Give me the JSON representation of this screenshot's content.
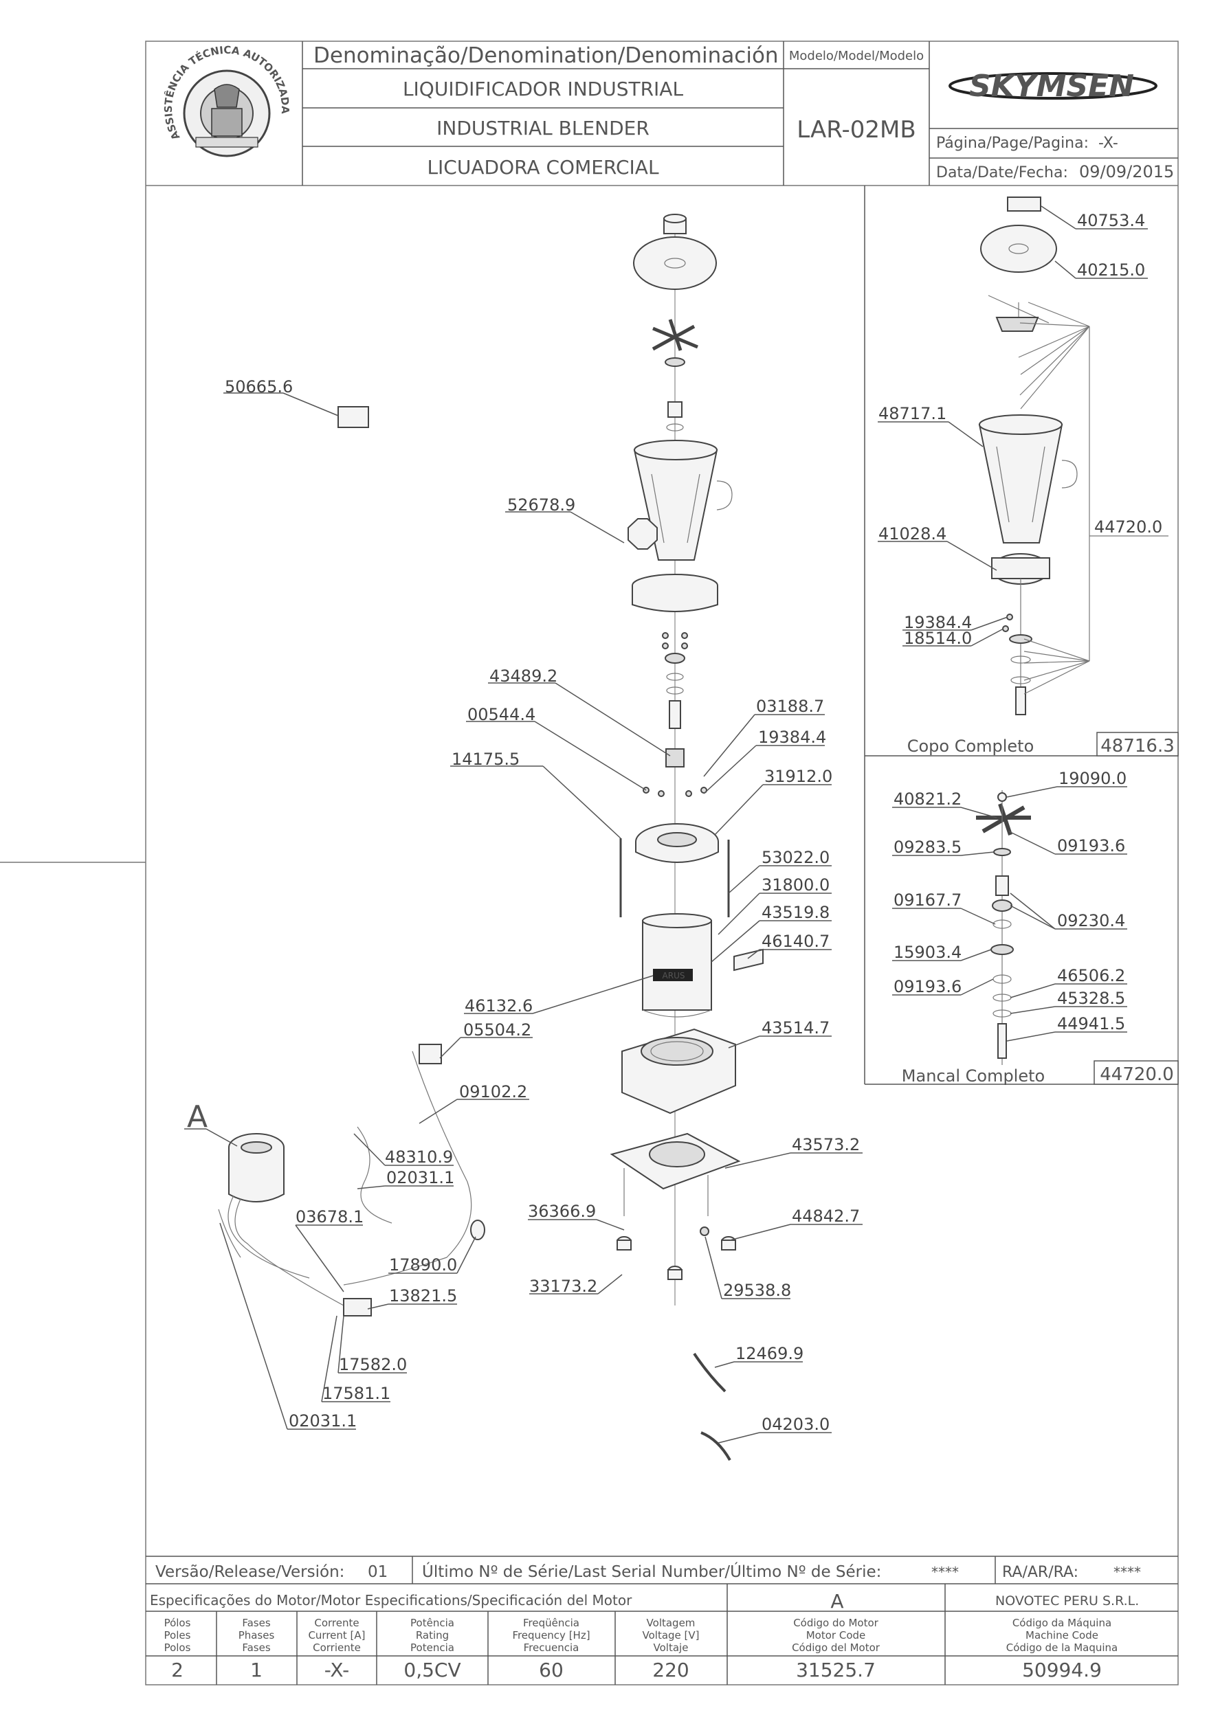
{
  "header": {
    "denomination_label": "Denominação/Denomination/Denominación",
    "name_pt": "LIQUIDIFICADOR INDUSTRIAL",
    "name_en": "INDUSTRIAL BLENDER",
    "name_es": "LICUADORA COMERCIAL",
    "model_label": "Modelo/Model/Modelo",
    "model": "LAR-02MB",
    "page_label": "Página/Page/Pagina:",
    "page_value": "-X-",
    "date_label": "Data/Date/Fecha:",
    "date_value": "09/09/2015",
    "brand": "SKYMSEN",
    "seal_text": "ASSISTÊNCIA TÉCNICA AUTORIZADA"
  },
  "callouts": {
    "p50665_6": "50665.6",
    "p52678_9": "52678.9",
    "p43489_2": "43489.2",
    "p00544_4": "00544.4",
    "p14175_5": "14175.5",
    "p03188_7": "03188.7",
    "p19384_4": "19384.4",
    "p31912_0": "31912.0",
    "p53022_0": "53022.0",
    "p31800_0": "31800.0",
    "p43519_8": "43519.8",
    "p46140_7": "46140.7",
    "p46132_6": "46132.6",
    "p05504_2": "05504.2",
    "p09102_2": "09102.2",
    "p43514_7": "43514.7",
    "p48310_9": "48310.9",
    "p02031_1a": "02031.1",
    "p03678_1": "03678.1",
    "p17890_0": "17890.0",
    "p13821_5": "13821.5",
    "p17582_0": "17582.0",
    "p17581_1": "17581.1",
    "p02031_1b": "02031.1",
    "p43573_2": "43573.2",
    "p36366_9": "36366.9",
    "p44842_7": "44842.7",
    "p33173_2": "33173.2",
    "p29538_8": "29538.8",
    "p12469_9": "12469.9",
    "p04203_0": "04203.0",
    "motor_ref": "A",
    "badge": "ARUS"
  },
  "copo": {
    "title": "Copo Completo",
    "code": "48716.3",
    "p40753_4": "40753.4",
    "p40215_0": "40215.0",
    "p48717_1": "48717.1",
    "p41028_4": "41028.4",
    "p44720_0": "44720.0",
    "p19384_4": "19384.4",
    "p18514_0": "18514.0"
  },
  "mancal": {
    "title": "Mancal Completo",
    "code": "44720.0",
    "p40821_2": "40821.2",
    "p19090_0": "19090.0",
    "p09283_5": "09283.5",
    "p09193_6a": "09193.6",
    "p09167_7": "09167.7",
    "p09230_4": "09230.4",
    "p15903_4": "15903.4",
    "p09193_6b": "09193.6",
    "p46506_2": "46506.2",
    "p45328_5": "45328.5",
    "p44941_5": "44941.5"
  },
  "footer": {
    "release_label": "Versão/Release/Versión:",
    "release_value": "01",
    "serial_label": "Último Nº de Série/Last Serial Number/Último Nº de Série:",
    "serial_value": "****",
    "ra_label": "RA/AR/RA:",
    "ra_value": "****",
    "motor_spec_label": "Especificações do Motor/Motor Especifications/Specificación del Motor",
    "motor_letter": "A",
    "company": "NOVOTEC PERU S.R.L.",
    "columns": [
      {
        "l1": "Pólos",
        "l2": "Poles",
        "l3": "Polos",
        "value": "2"
      },
      {
        "l1": "Fases",
        "l2": "Phases",
        "l3": "Fases",
        "value": "1"
      },
      {
        "l1": "Corrente",
        "l2": "Current [A]",
        "l3": "Corriente",
        "value": "-X-"
      },
      {
        "l1": "Potência",
        "l2": "Rating",
        "l3": "Potencia",
        "value": "0,5CV"
      },
      {
        "l1": "Freqüência",
        "l2": "Frequency [Hz]",
        "l3": "Frecuencia",
        "value": "60"
      },
      {
        "l1": "Voltagem",
        "l2": "Voltage [V]",
        "l3": "Voltaje",
        "value": "220"
      },
      {
        "l1": "Código do Motor",
        "l2": "Motor Code",
        "l3": "Código del Motor",
        "value": "31525.7"
      },
      {
        "l1": "Código da Máquina",
        "l2": "Machine Code",
        "l3": "Código de la Maquina",
        "value": "50994.9"
      }
    ]
  }
}
